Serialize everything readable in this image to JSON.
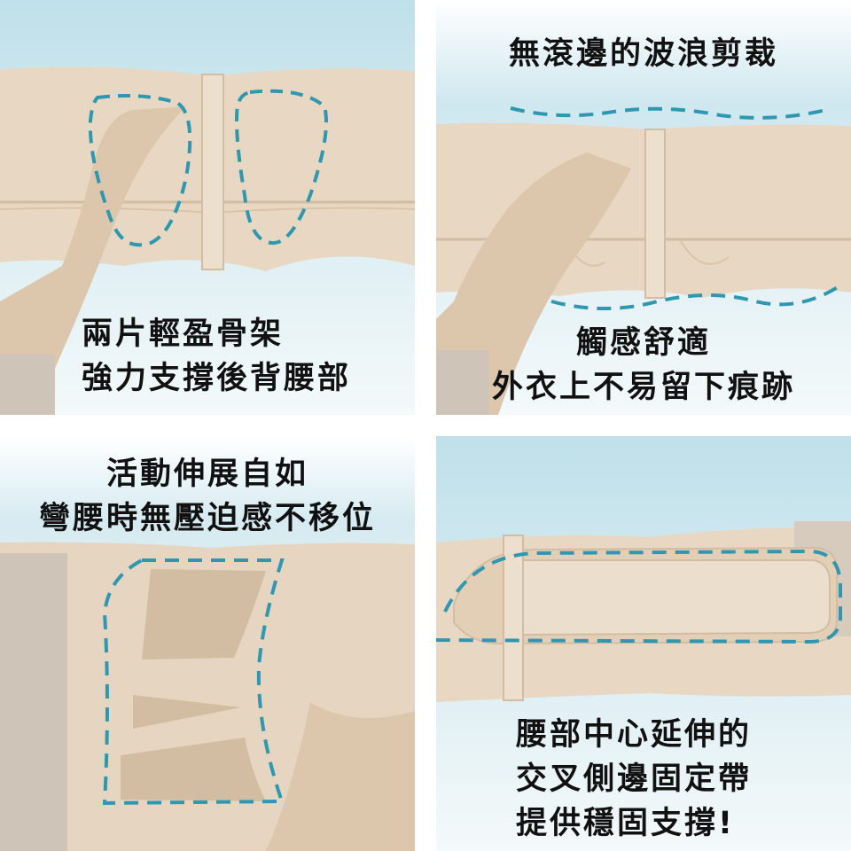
{
  "colors": {
    "sky": "#cfe7ef",
    "sky_light": "#eef6f8",
    "fabric": "#e6d5c0",
    "fabric_dark": "#d3bda2",
    "fabric_shadow": "#c9b091",
    "dash": "#2f98b0",
    "text": "#111111"
  },
  "panels": [
    {
      "lines": [
        "兩片輕盈骨架",
        "強力支撐後背腰部"
      ]
    },
    {
      "title": "無滾邊的波浪剪裁",
      "lines": [
        "觸感舒適",
        "外衣上不易留下痕跡"
      ]
    },
    {
      "lines": [
        "活動伸展自如",
        "彎腰時無壓迫感不移位"
      ]
    },
    {
      "lines": [
        "腰部中心延伸的",
        "交叉側邊固定帶",
        "提供穩固支撐!"
      ]
    }
  ],
  "icons": [
    "velcro-patch-icon",
    "wave-line-icon",
    "bone-outline-icon"
  ]
}
